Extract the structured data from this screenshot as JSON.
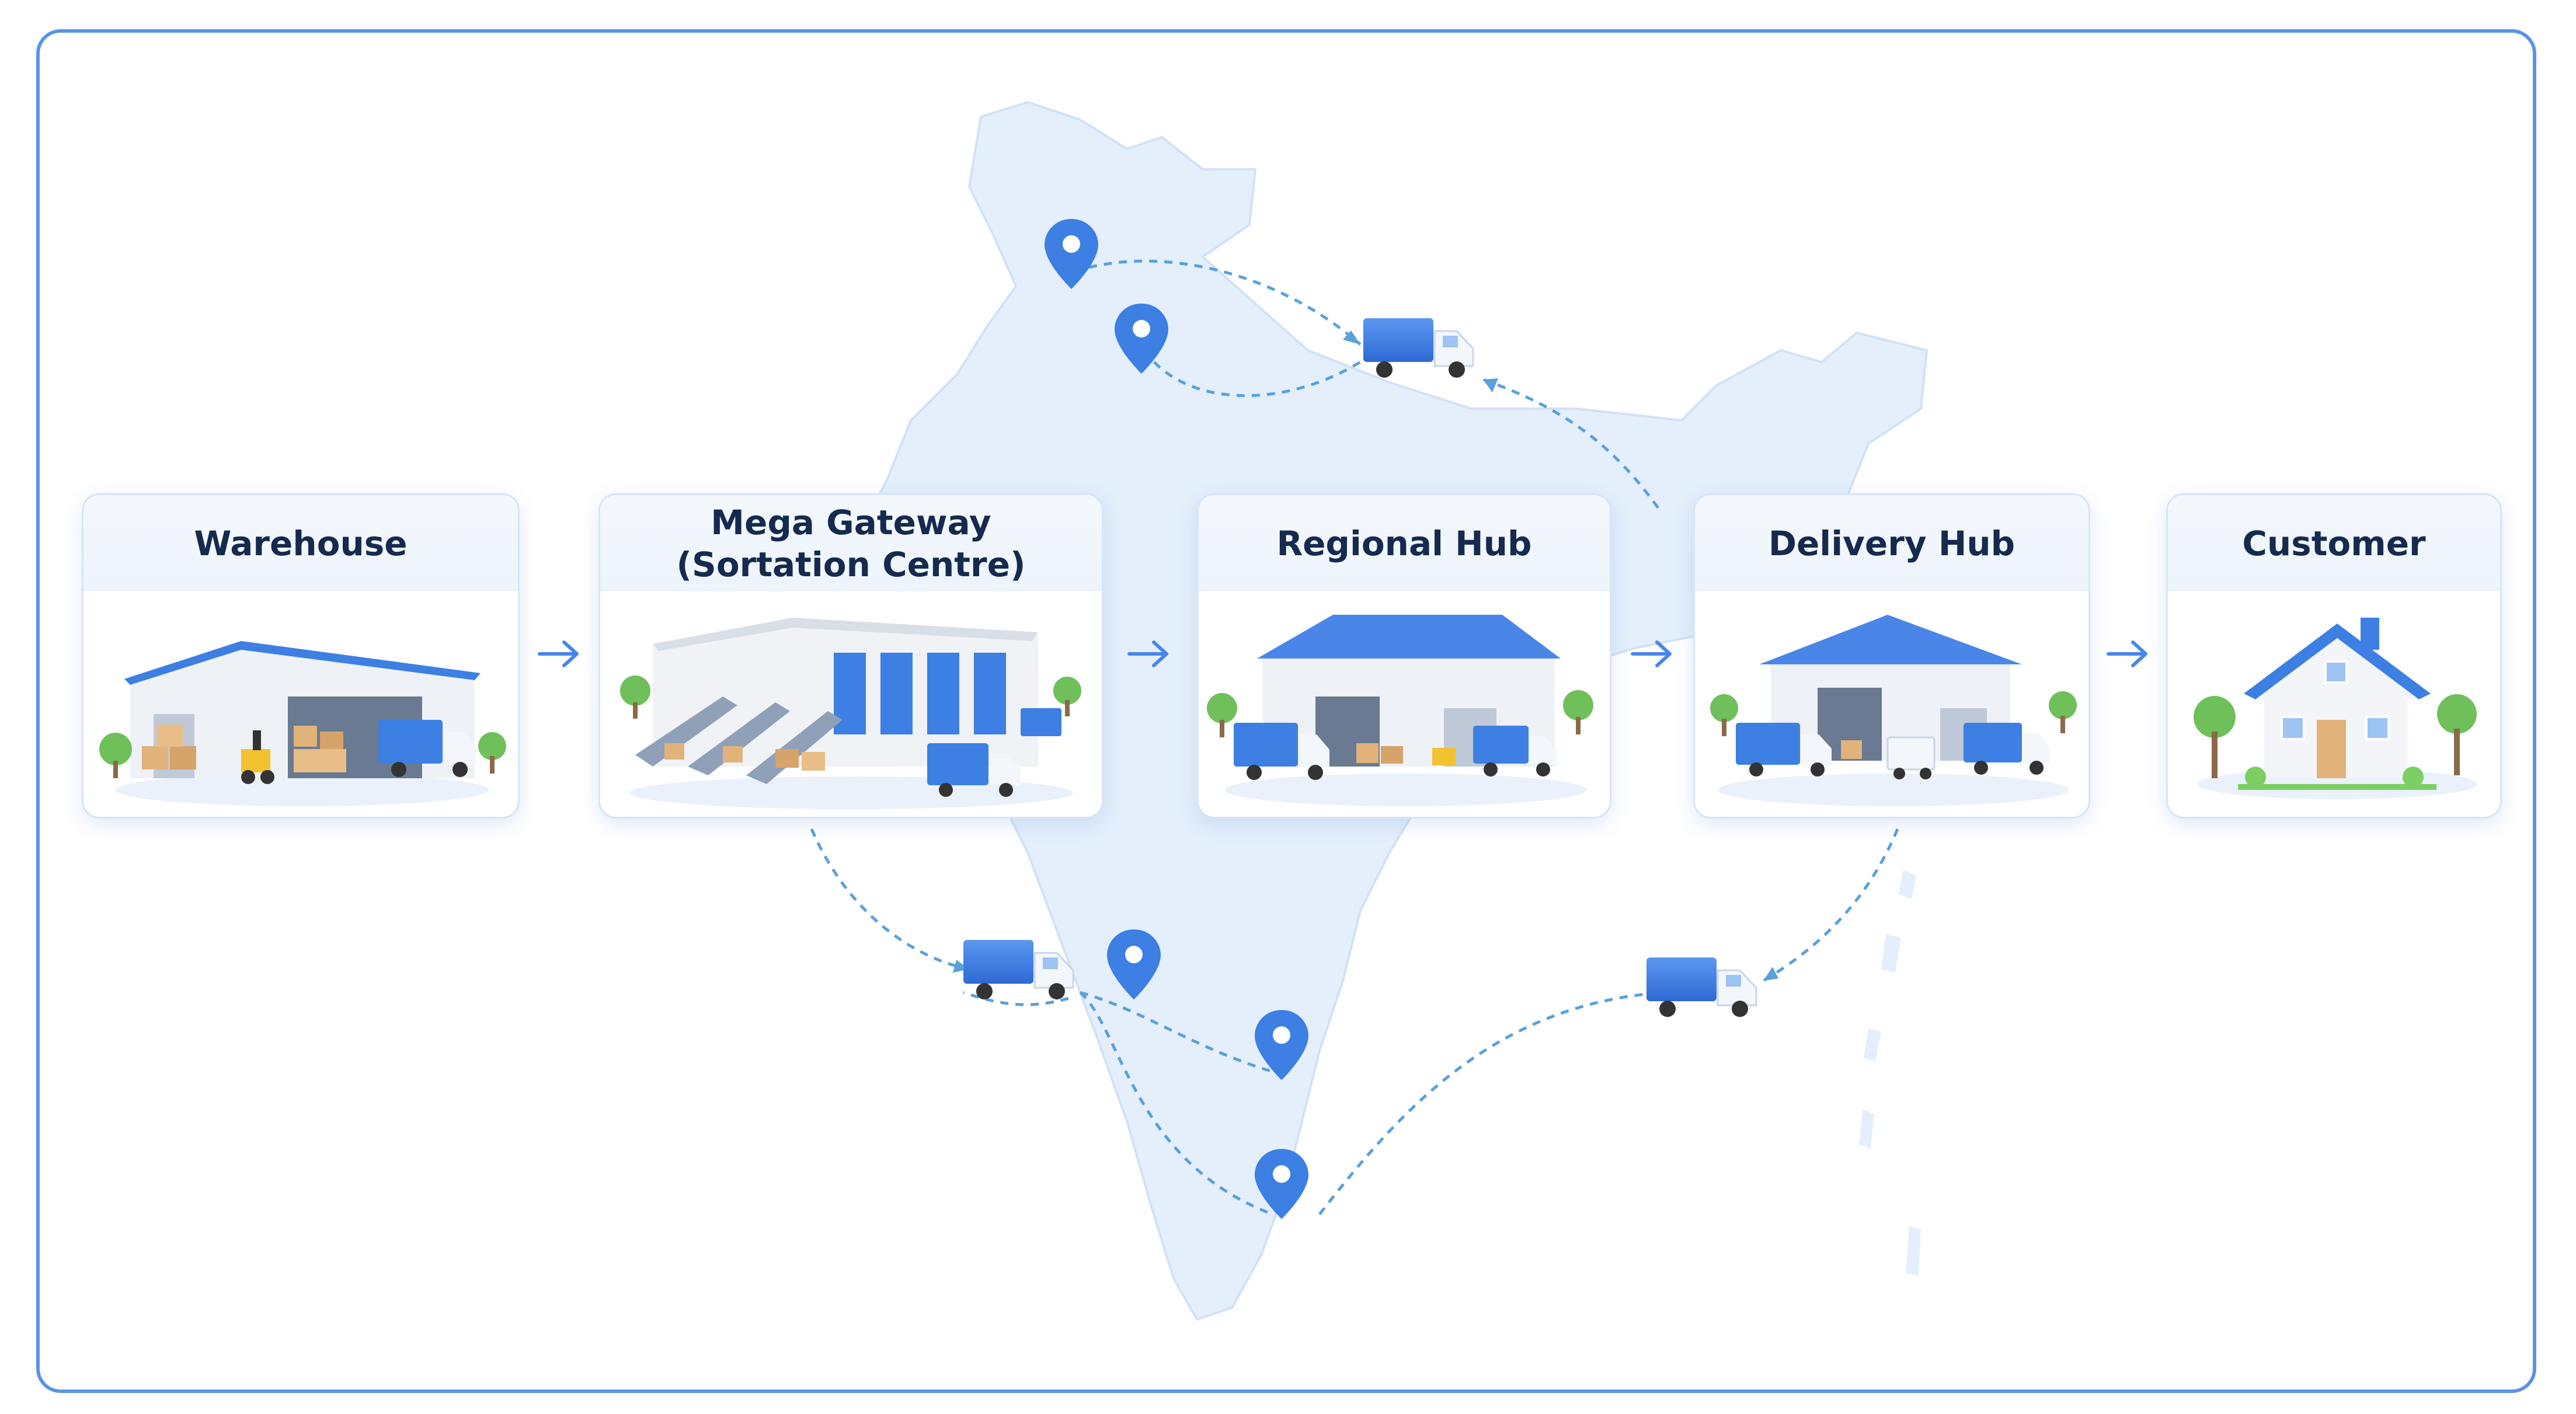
{
  "stages": [
    {
      "label": "Warehouse",
      "icon": "warehouse-icon"
    },
    {
      "label": "Mega Gateway\n(Sortation Centre)",
      "icon": "sortation-centre-icon"
    },
    {
      "label": "Regional Hub",
      "icon": "regional-hub-icon"
    },
    {
      "label": "Delivery Hub",
      "icon": "delivery-hub-icon"
    },
    {
      "label": "Customer",
      "icon": "house-icon"
    }
  ],
  "connector_icon": "arrow-right-icon",
  "background": {
    "map": "india-map",
    "marker_icon": "location-pin-icon",
    "vehicle_icon": "delivery-truck-icon"
  },
  "colors": {
    "accent": "#4a86e8",
    "frame": "#5b93e6",
    "map_fill": "#e4effb",
    "title_text": "#162a4f",
    "card_border": "#d7e5f7",
    "route_line": "#5aa0dc"
  }
}
